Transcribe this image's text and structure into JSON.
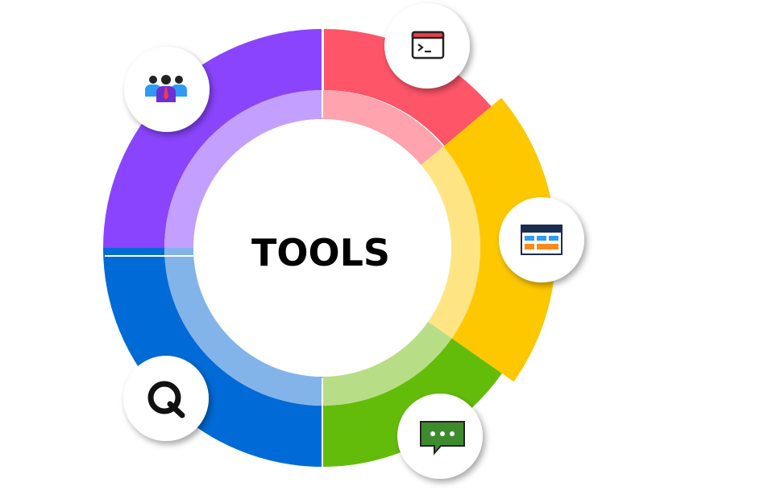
{
  "center": {
    "title": "TOOLS"
  },
  "segments": [
    {
      "id": "terminal",
      "color": "#fe5569",
      "inner_color": "#ffa3ae",
      "icon": "terminal-icon"
    },
    {
      "id": "dashboard",
      "color": "#fec800",
      "inner_color": "#ffe484",
      "icon": "dashboard-layout-icon"
    },
    {
      "id": "chat",
      "color": "#64bc0a",
      "inner_color": "#b7de86",
      "icon": "chat-bubble-icon"
    },
    {
      "id": "q-tool",
      "color": "#006bd6",
      "inner_color": "#82b4ea",
      "icon": "q-logo-icon"
    },
    {
      "id": "team",
      "color": "#8a44fe",
      "inner_color": "#c3a0ff",
      "icon": "team-people-icon"
    }
  ]
}
